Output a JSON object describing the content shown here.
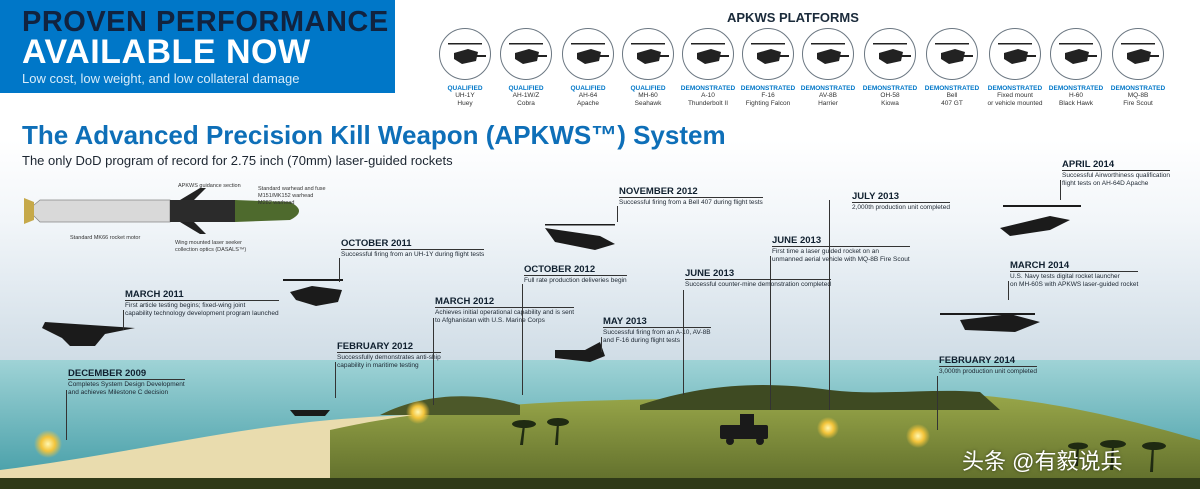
{
  "banner": {
    "line1": "PROVEN PERFORMANCE",
    "line2": "AVAILABLE NOW",
    "tagline": "Low cost, low weight, and low collateral damage"
  },
  "platforms": {
    "title": "APKWS PLATFORMS",
    "items": [
      {
        "status": "QUALIFIED",
        "name1": "UH-1Y",
        "name2": "Huey",
        "icon": "helicopter-icon"
      },
      {
        "status": "QUALIFIED",
        "name1": "AH-1W/Z",
        "name2": "Cobra",
        "icon": "attack-helicopter-icon"
      },
      {
        "status": "QUALIFIED",
        "name1": "AH-64",
        "name2": "Apache",
        "icon": "apache-helicopter-icon"
      },
      {
        "status": "QUALIFIED",
        "name1": "MH-60",
        "name2": "Seahawk",
        "icon": "seahawk-helicopter-icon"
      },
      {
        "status": "DEMONSTRATED",
        "name1": "A-10",
        "name2": "Thunderbolt II",
        "icon": "jet-aircraft-icon"
      },
      {
        "status": "DEMONSTRATED",
        "name1": "F-16",
        "name2": "Fighting Falcon",
        "icon": "fighter-jet-icon"
      },
      {
        "status": "DEMONSTRATED",
        "name1": "AV-8B",
        "name2": "Harrier",
        "icon": "harrier-jet-icon"
      },
      {
        "status": "DEMONSTRATED",
        "name1": "OH-58",
        "name2": "Kiowa",
        "icon": "kiowa-helicopter-icon"
      },
      {
        "status": "DEMONSTRATED",
        "name1": "Bell",
        "name2": "407 GT",
        "icon": "bell-helicopter-icon"
      },
      {
        "status": "DEMONSTRATED",
        "name1": "Fixed mount",
        "name2": "or vehicle mounted",
        "icon": "vehicle-mount-icon"
      },
      {
        "status": "DEMONSTRATED",
        "name1": "H-60",
        "name2": "Black Hawk",
        "icon": "blackhawk-helicopter-icon"
      },
      {
        "status": "DEMONSTRATED",
        "name1": "MQ-8B",
        "name2": "Fire Scout",
        "icon": "drone-helicopter-icon"
      }
    ]
  },
  "main": {
    "title": "The Advanced Precision Kill Weapon (APKWS™) System",
    "subtitle": "The only DoD program of record for 2.75 inch (70mm) laser-guided rockets"
  },
  "rocket": {
    "guidance": "APKWS guidance section",
    "warhead1": "Standard warhead and fuse",
    "warhead2": "M151/MK152 warhead",
    "warhead3": "M282 warhead",
    "motor": "Standard MK66 rocket motor",
    "wing1": "Wing mounted laser seeker",
    "wing2": "collection optics (DASALS™)"
  },
  "timeline": [
    {
      "date": "DECEMBER 2009",
      "lines": [
        "Completes System Design Development",
        "and achieves Milestone C decision"
      ]
    },
    {
      "date": "MARCH 2011",
      "lines": [
        "First article testing begins; fixed-wing joint",
        "capability technology development program launched"
      ]
    },
    {
      "date": "OCTOBER 2011",
      "lines": [
        "Successful firing from an UH-1Y during flight tests"
      ]
    },
    {
      "date": "FEBRUARY 2012",
      "lines": [
        "Successfully demonstrates anti-ship",
        "capability in maritime testing"
      ]
    },
    {
      "date": "MARCH 2012",
      "lines": [
        "Achieves initial operational capability and is sent",
        "to Afghanistan with U.S. Marine Corps"
      ]
    },
    {
      "date": "OCTOBER 2012",
      "lines": [
        "Full rate production deliveries begin"
      ]
    },
    {
      "date": "NOVEMBER 2012",
      "lines": [
        "Successful firing from a Bell 407 during flight tests"
      ]
    },
    {
      "date": "MAY 2013",
      "lines": [
        "Successful firing from an A-10, AV-8B",
        "and F-16 during flight tests"
      ]
    },
    {
      "date": "JUNE 2013",
      "lines": [
        "Successful counter-mine demonstration completed"
      ]
    },
    {
      "date": "JUNE 2013",
      "lines": [
        "First time a laser guided rocket on an",
        "unmanned aerial vehicle with MQ-8B Fire Scout"
      ]
    },
    {
      "date": "JULY 2013",
      "lines": [
        "2,000th production unit completed"
      ]
    },
    {
      "date": "FEBRUARY 2014",
      "lines": [
        "3,000th production unit completed"
      ]
    },
    {
      "date": "MARCH 2014",
      "lines": [
        "U.S. Navy tests digital rocket launcher",
        "on MH-60S with APKWS laser-guided rocket"
      ]
    },
    {
      "date": "APRIL 2014",
      "lines": [
        "Successful Airworthiness qualification",
        "flight tests on AH-64D Apache"
      ]
    }
  ],
  "watermark": "头条 @有毅说兵",
  "colors": {
    "accent": "#0077c8",
    "title": "#0e6fb8",
    "banner_dark": "#11233f"
  }
}
